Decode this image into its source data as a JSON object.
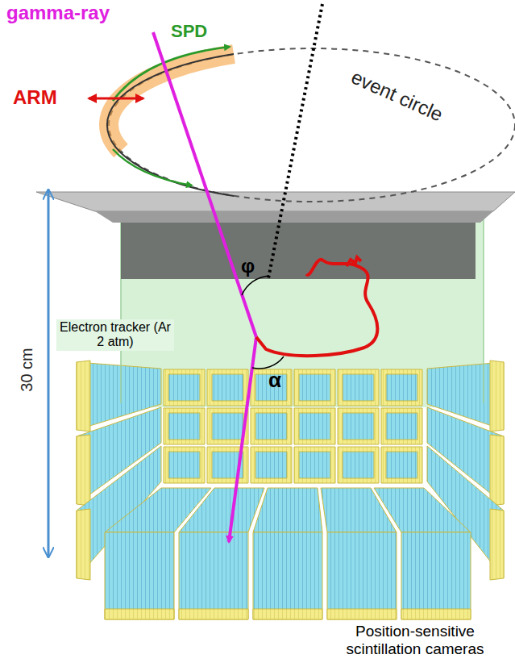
{
  "diagram": {
    "labels": [
      "gamma-ray",
      "SPD",
      "ARM",
      "event circle",
      "φ",
      "Electron tracker (Ar 2 atm)",
      "α",
      "30 cm",
      "Position-sensitive scintillation cameras"
    ]
  }
}
